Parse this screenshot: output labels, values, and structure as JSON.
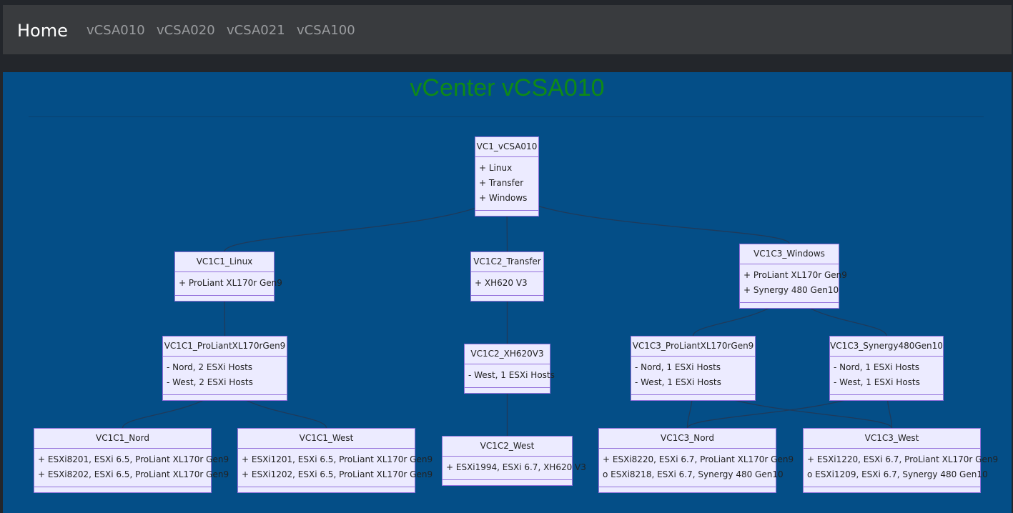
{
  "nav": {
    "home": "Home",
    "links": [
      "vCSA010",
      "vCSA020",
      "vCSA021",
      "vCSA100"
    ]
  },
  "page": {
    "title": "vCenter vCSA010"
  },
  "colors": {
    "title": "#0f8a16",
    "panel_bg": "#044e87",
    "node_fill": "#ecebff",
    "node_border": "#9370db",
    "edge": "#1f3a5a"
  },
  "diagram": {
    "type": "class-diagram",
    "nodes": [
      {
        "id": "VC1_vCSA010",
        "title": "VC1_vCSA010",
        "attrs": [
          "+ Linux",
          "+ Transfer",
          "+ Windows"
        ]
      },
      {
        "id": "VC1C1_Linux",
        "title": "VC1C1_Linux",
        "attrs": [
          "+ ProLiant XL170r Gen9"
        ]
      },
      {
        "id": "VC1C2_Transfer",
        "title": "VC1C2_Transfer",
        "attrs": [
          "+ XH620 V3"
        ]
      },
      {
        "id": "VC1C3_Windows",
        "title": "VC1C3_Windows",
        "attrs": [
          "+ ProLiant XL170r Gen9",
          "+ Synergy 480 Gen10"
        ]
      },
      {
        "id": "VC1C1_ProLiantXL170rGen9",
        "title": "VC1C1_ProLiantXL170rGen9",
        "attrs": [
          "- Nord, 2 ESXi Hosts",
          "- West, 2 ESXi Hosts"
        ]
      },
      {
        "id": "VC1C2_XH620V3",
        "title": "VC1C2_XH620V3",
        "attrs": [
          "- West, 1 ESXi Hosts"
        ]
      },
      {
        "id": "VC1C3_ProLiantXL170rGen9",
        "title": "VC1C3_ProLiantXL170rGen9",
        "attrs": [
          "- Nord, 1 ESXi Hosts",
          "- West, 1 ESXi Hosts"
        ]
      },
      {
        "id": "VC1C3_Synergy480Gen10",
        "title": "VC1C3_Synergy480Gen10",
        "attrs": [
          "- Nord, 1 ESXi Hosts",
          "- West, 1 ESXi Hosts"
        ]
      },
      {
        "id": "VC1C1_Nord",
        "title": "VC1C1_Nord",
        "attrs": [
          "+ ESXi8201, ESXi 6.5, ProLiant XL170r Gen9",
          "+ ESXi8202, ESXi 6.5, ProLiant XL170r Gen9"
        ]
      },
      {
        "id": "VC1C1_West",
        "title": "VC1C1_West",
        "attrs": [
          "+ ESXi1201, ESXi 6.5, ProLiant XL170r Gen9",
          "+ ESXi1202, ESXi 6.5, ProLiant XL170r Gen9"
        ]
      },
      {
        "id": "VC1C2_West",
        "title": "VC1C2_West",
        "attrs": [
          "+ ESXi1994, ESXi 6.7, XH620 V3"
        ]
      },
      {
        "id": "VC1C3_Nord",
        "title": "VC1C3_Nord",
        "attrs": [
          "+ ESXi8220, ESXi 6.7, ProLiant XL170r Gen9",
          "o ESXi8218, ESXi 6.7, Synergy 480 Gen10"
        ]
      },
      {
        "id": "VC1C3_West",
        "title": "VC1C3_West",
        "attrs": [
          "+ ESXi1220, ESXi 6.7, ProLiant XL170r Gen9",
          "o ESXi1209, ESXi 6.7, Synergy 480 Gen10"
        ]
      }
    ],
    "edges": [
      [
        "VC1_vCSA010",
        "VC1C1_Linux"
      ],
      [
        "VC1_vCSA010",
        "VC1C2_Transfer"
      ],
      [
        "VC1_vCSA010",
        "VC1C3_Windows"
      ],
      [
        "VC1C1_Linux",
        "VC1C1_ProLiantXL170rGen9"
      ],
      [
        "VC1C2_Transfer",
        "VC1C2_XH620V3"
      ],
      [
        "VC1C3_Windows",
        "VC1C3_ProLiantXL170rGen9"
      ],
      [
        "VC1C3_Windows",
        "VC1C3_Synergy480Gen10"
      ],
      [
        "VC1C1_ProLiantXL170rGen9",
        "VC1C1_Nord"
      ],
      [
        "VC1C1_ProLiantXL170rGen9",
        "VC1C1_West"
      ],
      [
        "VC1C2_XH620V3",
        "VC1C2_West"
      ],
      [
        "VC1C3_ProLiantXL170rGen9",
        "VC1C3_Nord"
      ],
      [
        "VC1C3_ProLiantXL170rGen9",
        "VC1C3_West"
      ],
      [
        "VC1C3_Synergy480Gen10",
        "VC1C3_Nord"
      ],
      [
        "VC1C3_Synergy480Gen10",
        "VC1C3_West"
      ]
    ]
  }
}
